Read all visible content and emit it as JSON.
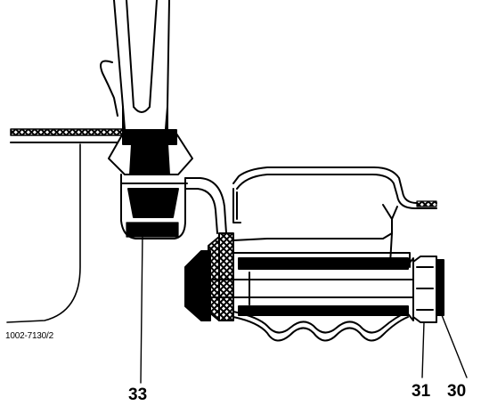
{
  "figure": {
    "reference_code": "1002-7130/2",
    "callouts": {
      "c33": "33",
      "c31": "31",
      "c30": "30"
    }
  }
}
